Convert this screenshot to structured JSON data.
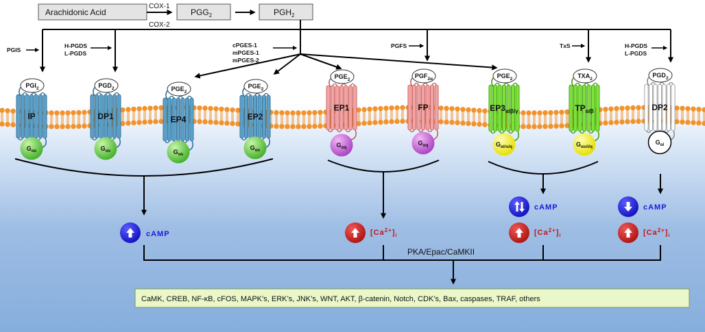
{
  "colors": {
    "membrane_head": "#f1922b",
    "receptor_blue": "#5aa0c8",
    "receptor_pink": "#f2a3a3",
    "receptor_green": "#7ee03a",
    "receptor_white": "#ffffff",
    "g_green": "#58c93a",
    "g_magenta": "#c85ad8",
    "g_yellow": "#f7f51f",
    "arrow_blue": "#1a1adb",
    "arrow_red": "#c81414",
    "target_box": "#eaf7c9"
  },
  "pathway": {
    "arachidonic_acid": "Arachidonic Acid",
    "cox1": "COX-1",
    "cox2": "COX-2",
    "pgg2": "PGG",
    "pgg2_sub": "2",
    "pgh2": "PGH",
    "pgh2_sub": "2"
  },
  "enzymes": {
    "pgis": "PGIS",
    "hpgds_left": "H-PGDS",
    "lpgds_left": "L-PGDS",
    "cpges1": "cPGES-1",
    "mpges1": "mPGES-1",
    "mpges2": "mPGES-2",
    "pgfs": "PGFS",
    "txs": "TxS",
    "hpgds_right": "H-PGDS",
    "lpgds_right": "L-PGDS"
  },
  "receptors": [
    {
      "name": "IP",
      "name_sub": "",
      "ligand": "PGI",
      "ligand_sub": "2",
      "g": "G",
      "g_sub": "αs",
      "type": "blue",
      "icon": "receptor-icon"
    },
    {
      "name": "DP1",
      "name_sub": "",
      "ligand": "PGD",
      "ligand_sub": "2",
      "g": "G",
      "g_sub": "αs",
      "type": "blue",
      "icon": "receptor-icon"
    },
    {
      "name": "EP4",
      "name_sub": "",
      "ligand": "PGE",
      "ligand_sub": "2",
      "g": "G",
      "g_sub": "αs",
      "type": "blue",
      "icon": "receptor-icon"
    },
    {
      "name": "EP2",
      "name_sub": "",
      "ligand": "PGE",
      "ligand_sub": "2",
      "g": "G",
      "g_sub": "αs",
      "type": "blue",
      "icon": "receptor-icon"
    },
    {
      "name": "EP1",
      "name_sub": "",
      "ligand": "PGE",
      "ligand_sub": "2",
      "g": "G",
      "g_sub": "αq",
      "type": "pink",
      "icon": "receptor-icon"
    },
    {
      "name": "FP",
      "name_sub": "",
      "ligand": "PGF",
      "ligand_sub": "2α",
      "g": "G",
      "g_sub": "αq",
      "type": "pink",
      "icon": "receptor-icon"
    },
    {
      "name": "EP3",
      "name_sub": "α/β/γ",
      "ligand": "PGE",
      "ligand_sub": "2",
      "g": "G",
      "g_sub": "αi/s/q",
      "type": "green",
      "icon": "receptor-icon"
    },
    {
      "name": "TP",
      "name_sub": "α/β",
      "ligand": "TXA",
      "ligand_sub": "2",
      "g": "G",
      "g_sub": "αs/i/q",
      "type": "green",
      "icon": "receptor-icon"
    },
    {
      "name": "DP2",
      "name_sub": "",
      "ligand": "PGD",
      "ligand_sub": "2",
      "g": "G",
      "g_sub": "αi",
      "type": "white",
      "icon": "receptor-icon"
    }
  ],
  "outputs": {
    "camp": "cAMP",
    "ca_open": "[Ca",
    "ca_sup": "2+",
    "ca_close": "]",
    "ca_sub": "i",
    "icons": [
      "up-arrow-icon",
      "up-down-arrows-icon",
      "down-arrow-icon"
    ]
  },
  "pka": "PKA/Epac/CaMKII",
  "targets": "CaMK, CREB, NF-κB, cFOS, MAPK’s, ERK’s, JNK’s, WNT, AKT, β-catenin, Notch, CDK’s, Bax, caspases, TRAF, others"
}
